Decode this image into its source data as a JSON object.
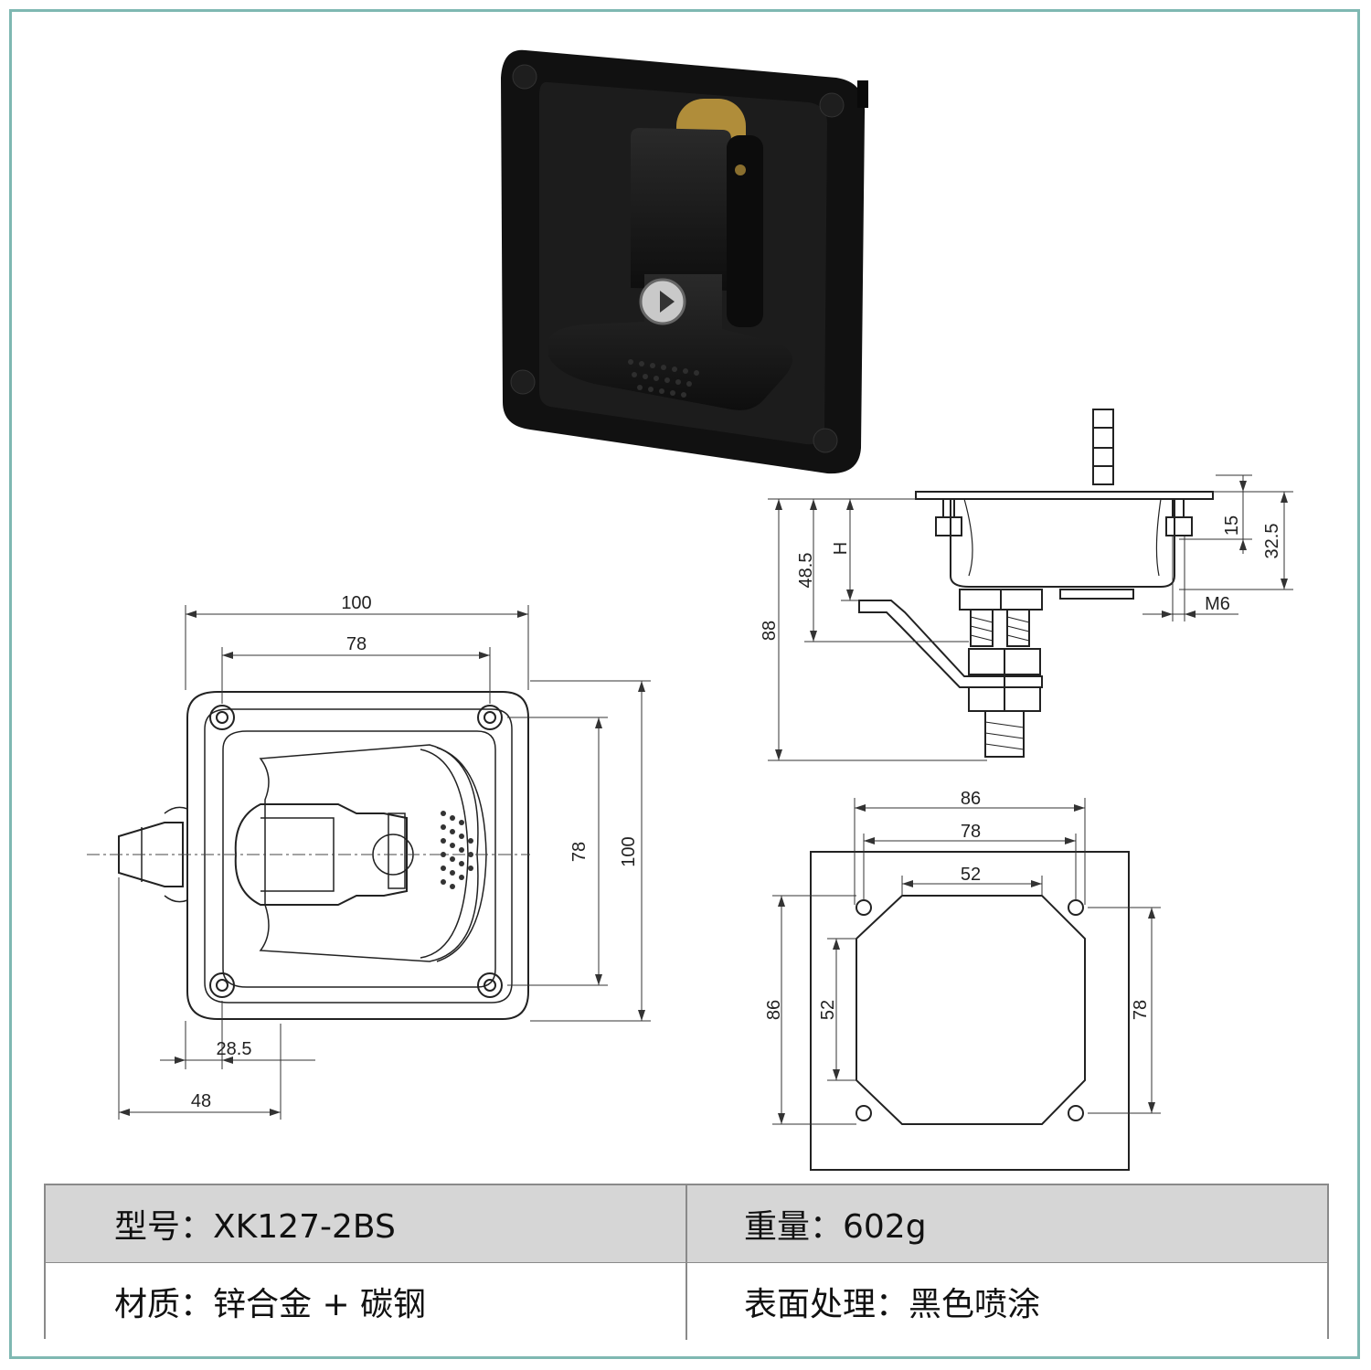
{
  "front_view": {
    "dims": {
      "overall_width": "100",
      "hole_spacing_x": "78",
      "hole_spacing_y": "78",
      "overall_height": "100",
      "offset_small": "28.5",
      "offset_large": "48"
    }
  },
  "side_view": {
    "dims": {
      "total_depth": "88",
      "depth_48_5": "48.5",
      "adjustable_h": "H",
      "flange": "15",
      "body_depth": "32.5",
      "thread": "M6"
    }
  },
  "cutout_view": {
    "dims": {
      "outer_width": "86",
      "hole_spacing_x": "78",
      "cutout_flat_x": "52",
      "outer_height": "86",
      "cutout_flat_y": "52",
      "hole_spacing_y": "78"
    }
  },
  "specs": {
    "model_label": "型号：XK127-2BS",
    "weight_label": "重量：602g",
    "material_label": "材质：锌合金 + 碳钢",
    "finish_label": "表面处理：黑色喷涂"
  },
  "colors": {
    "frame_border": "#7fb8b2",
    "product_body": "#1a1a1a",
    "key_cylinder": "#c9c9c9",
    "brass_cam": "#b08d3a",
    "table_header_bg": "#d6d6d6"
  }
}
